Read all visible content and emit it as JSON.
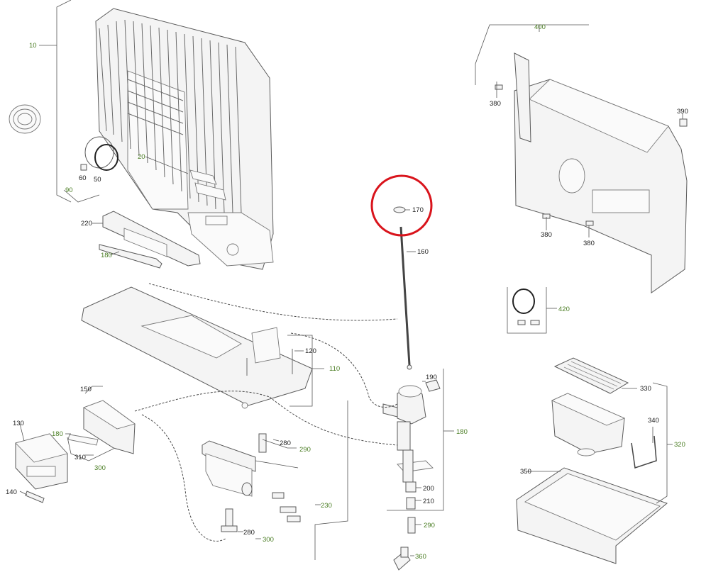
{
  "colors": {
    "line": "#5a5a5a",
    "assembly_label": "#4a7d23",
    "part_label": "#222222",
    "highlight": "#d9141c"
  },
  "highlighted_part": "170",
  "labels": {
    "l10": "10",
    "l20": "20",
    "l50": "50",
    "l60": "60",
    "l90": "90",
    "l110": "110",
    "l120": "120",
    "l130": "130",
    "l140": "140",
    "l150": "150",
    "l160": "160",
    "l170": "170",
    "l180a": "180",
    "l180b": "180",
    "l180c": "180",
    "l190": "190",
    "l200": "200",
    "l210": "210",
    "l220": "220",
    "l230": "230",
    "l280a": "280",
    "l280b": "280",
    "l290a": "290",
    "l290b": "290",
    "l300a": "300",
    "l300b": "300",
    "l310": "310",
    "l320": "320",
    "l330": "330",
    "l340": "340",
    "l350": "350",
    "l360": "360",
    "l380a": "380",
    "l380b": "380",
    "l380c": "380",
    "l390": "390",
    "l400": "400",
    "l420": "420"
  }
}
